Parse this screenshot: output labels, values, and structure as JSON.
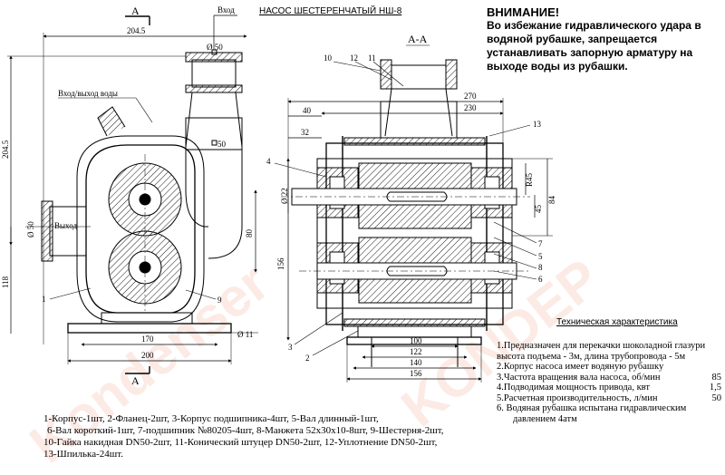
{
  "drawing": {
    "title": "НАСОС ШЕСТЕРЕНЧАТЫЙ НШ-8",
    "section_mark_left": "A",
    "section_title": "A-A",
    "inlet_label": "Вход",
    "jacket_label": "Вход/выход воды",
    "outlet_label": "Выход",
    "front_dims": {
      "width_top": "204.5",
      "height_left": "204.5",
      "inlet_d": "Ø 50",
      "outlet_d": "Ø 50",
      "flange_50": "50",
      "gap_80": "80",
      "base_118": "118",
      "base_w_170": "170",
      "base_w_200": "200",
      "hole": "Ø 11"
    },
    "side_dims": {
      "d270": "270",
      "d230": "230",
      "d40": "40",
      "d32": "32",
      "shaft_d": "Ø 22",
      "h156": "156",
      "r45": "R45",
      "d45": "45",
      "d84": "84",
      "w100": "100",
      "w122": "122",
      "w140": "140",
      "w156": "156"
    },
    "callouts_front": [
      "1",
      "9"
    ],
    "callouts_side": [
      "10",
      "12",
      "11",
      "13",
      "4",
      "7",
      "5",
      "8",
      "6",
      "3",
      "2"
    ]
  },
  "warning": {
    "heading": "ВНИМАНИЕ!",
    "text": "Во избежание гидравлического удара в водяной рубашке, запрещается устанавливать запорную арматуру на выходе воды из рубашки."
  },
  "specs": {
    "title": "Техническая характеристика",
    "line1": "1.Предназначен для перекачки шоколадной глазури",
    "line1b": "высота подъема - 3м, длина трубопровода - 5м",
    "line2": "2.Корпус насоса имеет водяную рубашку",
    "line3": "3.Частота вращения вала насоса, об/мин",
    "line3_val": "85",
    "line4": "4.Подводимая мощность привода, квт",
    "line4_val": "1,5",
    "line5": "5.Расчетная производительность, л/мин",
    "line5_val": "50",
    "line6": "6. Водяная рубашка испытана гидравлическим",
    "line6b": "давлением 4атм"
  },
  "legend": {
    "line1": "1-Корпус-1шт, 2-Фланец-2шт, 3-Корпус подшипника-4шт, 5-Вал длинный-1шт,",
    "line2": "6-Вал короткий-1шт, 7-подшипник №80205-4шт, 8-Манжета 52x30x10-8шт, 9-Шестерня-2шт,",
    "line3": "10-Гайка накидная DN50-2шт, 11-Конический штуцер DN50-2шт, 12-Уплотнение DN50-2шт,",
    "line4": "13-Шпилька-24шт."
  },
  "watermark": {
    "text1": "Kondenser",
    "text2": "KONDEP"
  }
}
